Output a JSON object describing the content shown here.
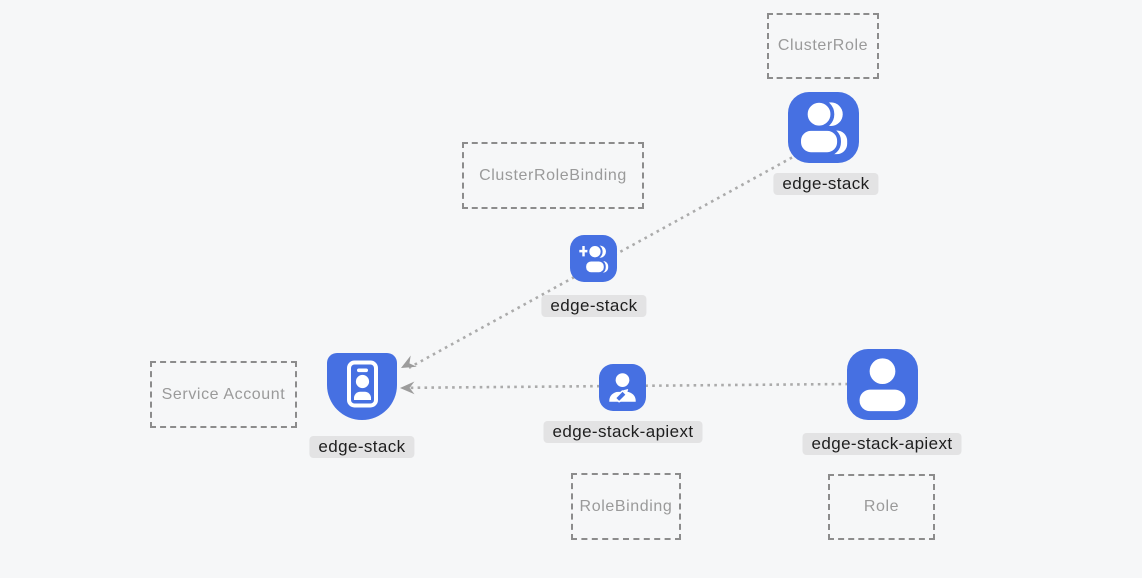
{
  "diagram": {
    "title": "kubernetes-rbac-diagram",
    "background_color": "#f6f7f8",
    "colors": {
      "node_blue": "#4670e2",
      "node_glyph": "#ffffff",
      "label_background": "#e3e3e4",
      "label_text": "#1e1e1e",
      "box_border": "#8c8c8c",
      "box_text": "#9a9a9a",
      "edge_dots": "#ababab",
      "arrowhead": "#9c9c9c"
    },
    "boxes": {
      "cluster_role": {
        "label": "ClusterRole"
      },
      "cluster_role_binding": {
        "label": "ClusterRoleBinding"
      },
      "service_account": {
        "label": "Service Account"
      },
      "role_binding": {
        "label": "RoleBinding"
      },
      "role": {
        "label": "Role"
      }
    },
    "nodes": {
      "cluster_role": {
        "label": "edge-stack",
        "icon": "users-icon"
      },
      "cluster_role_binding": {
        "label": "edge-stack",
        "icon": "user-plus-icon"
      },
      "service_account": {
        "label": "edge-stack",
        "icon": "id-badge-icon"
      },
      "role_binding": {
        "label": "edge-stack-apiext",
        "icon": "user-edit-icon"
      },
      "role": {
        "label": "edge-stack-apiext",
        "icon": "user-icon"
      }
    },
    "edges": [
      {
        "from": "cluster_role (edge-stack)",
        "through": "cluster_role_binding (edge-stack)",
        "to": "service_account (edge-stack)",
        "style": "dotted",
        "arrow": "into service account"
      },
      {
        "from": "role (edge-stack-apiext)",
        "through": "role_binding (edge-stack-apiext)",
        "to": "service_account (edge-stack)",
        "style": "dotted",
        "arrow": "into service account"
      }
    ]
  }
}
